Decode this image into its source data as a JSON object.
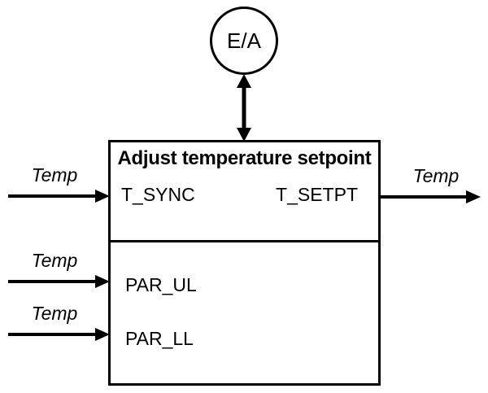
{
  "diagram": {
    "event_circle": {
      "label": "E/A"
    },
    "function_block": {
      "title": "Adjust temperature setpoint",
      "input_t_sync": "T_SYNC",
      "output_t_setpt": "T_SETPT",
      "param_upper_limit": "PAR_UL",
      "param_lower_limit": "PAR_LL"
    },
    "flow_labels": {
      "t_sync_in": "Temp",
      "par_ul_in": "Temp",
      "par_ll_in": "Temp",
      "t_setpt_out": "Temp"
    },
    "colors": {
      "line": "#000000",
      "text": "#000000",
      "background": "#ffffff"
    }
  }
}
